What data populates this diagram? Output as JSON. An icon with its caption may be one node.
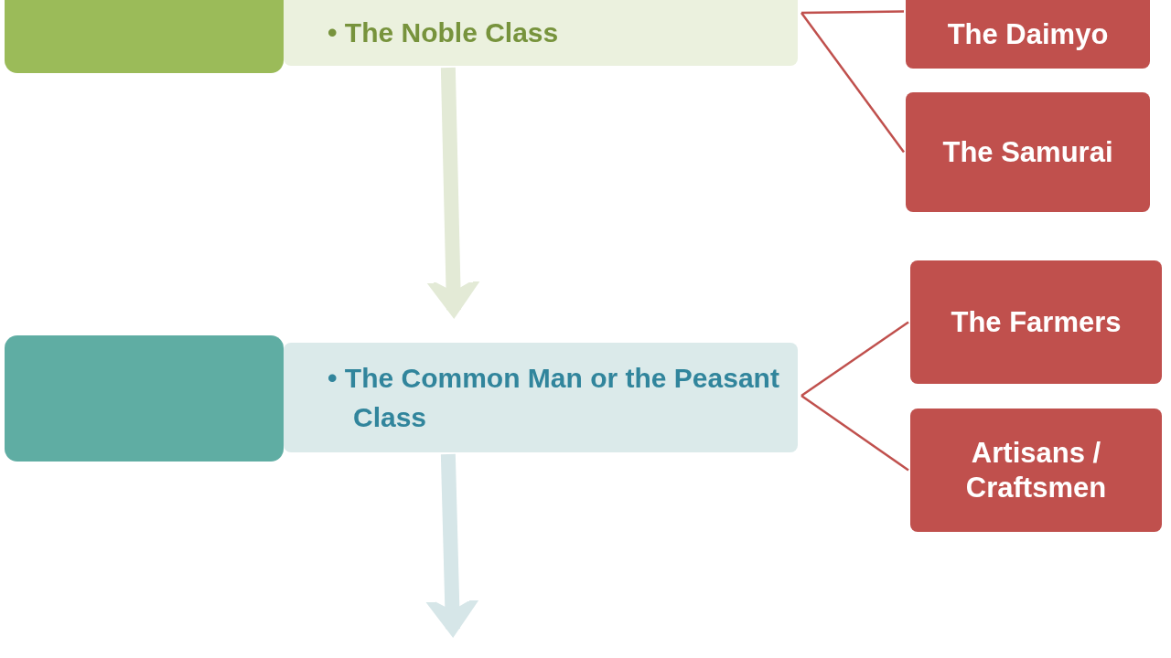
{
  "diagram": {
    "nodes": [
      {
        "text": [],
        "shape": "box"
      },
      {
        "text": [
          "• The Noble Class"
        ]
      },
      {
        "text": [
          "The Daimyo"
        ]
      },
      {
        "text": [
          "The Samurai"
        ]
      },
      {
        "text": [],
        "shape": "box"
      },
      {
        "text": [
          "• The Common Man or the Peasant Class"
        ]
      },
      {
        "text": [
          "The Farmers"
        ]
      },
      {
        "text": [
          "Artisans / Craftsmen"
        ]
      }
    ],
    "edges": [
      {
        "from": 1,
        "to": 5,
        "arrow": "to",
        "style": "thick",
        "color": "#e3ead6"
      },
      {
        "from": 5,
        "to": null,
        "arrow": "to",
        "style": "thick",
        "color": "#d6e6e8"
      },
      {
        "from": 1,
        "to": 2,
        "arrow": "none"
      },
      {
        "from": 1,
        "to": 3,
        "arrow": "none"
      },
      {
        "from": 5,
        "to": 6,
        "arrow": "none"
      },
      {
        "from": 5,
        "to": 7,
        "arrow": "none"
      }
    ]
  }
}
